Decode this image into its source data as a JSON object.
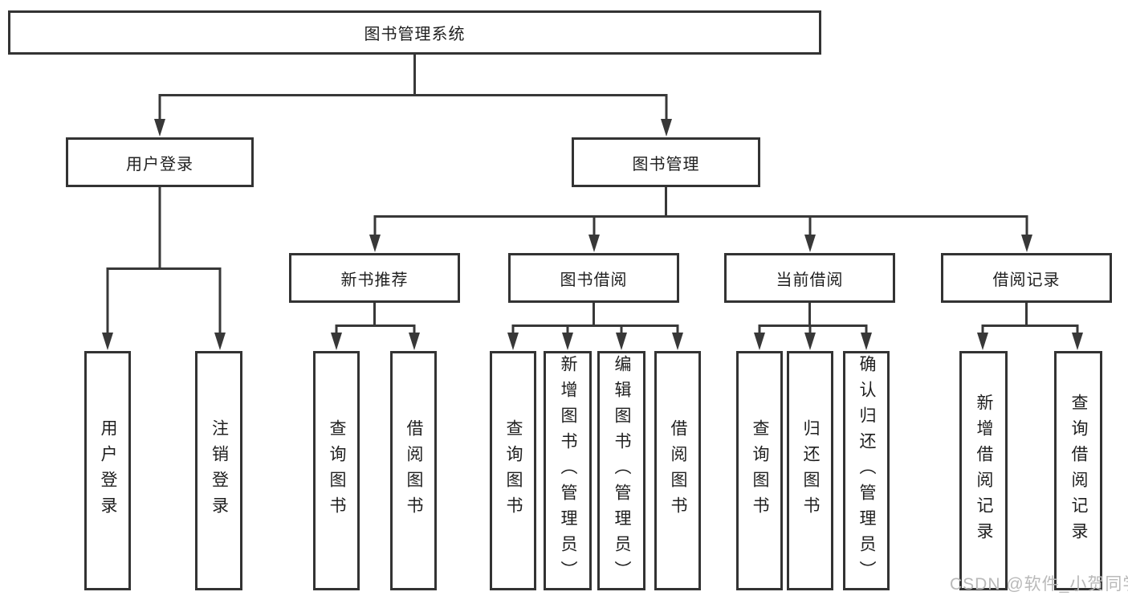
{
  "tree": {
    "label": "图书管理系统",
    "children": [
      {
        "label": "用户登录",
        "children": [
          {
            "label": "用户登录"
          },
          {
            "label": "注销登录"
          }
        ]
      },
      {
        "label": "图书管理",
        "children": [
          {
            "label": "新书推荐",
            "children": [
              {
                "label": "查询图书"
              },
              {
                "label": "借阅图书"
              }
            ]
          },
          {
            "label": "图书借阅",
            "children": [
              {
                "label": "查询图书"
              },
              {
                "label": "新增图书（管理员）"
              },
              {
                "label": "编辑图书（管理员）"
              },
              {
                "label": "借阅图书"
              }
            ]
          },
          {
            "label": "当前借阅",
            "children": [
              {
                "label": "查询图书"
              },
              {
                "label": "归还图书"
              },
              {
                "label": "确认归还（管理员）"
              }
            ]
          },
          {
            "label": "借阅记录",
            "children": [
              {
                "label": "新增借阅记录"
              },
              {
                "label": "查询借阅记录"
              }
            ]
          }
        ]
      }
    ]
  },
  "watermark": {
    "text": "CSDN @软件_小贺同学",
    "color": "#b9b9b9"
  },
  "style": {
    "line_color": "#383838",
    "border_color": "#333333",
    "text_color": "#1f1f1f",
    "background": "#ffffff"
  }
}
